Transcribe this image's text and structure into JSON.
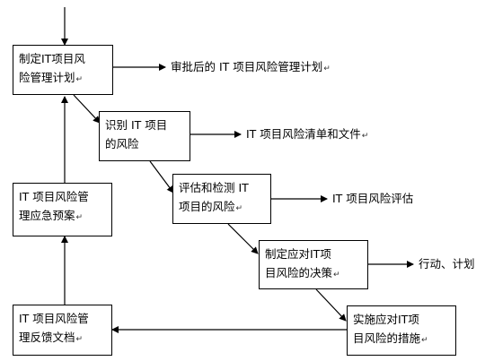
{
  "diagram": {
    "boxes": {
      "plan": [
        "制定IT项目风",
        "险管理计划"
      ],
      "identify": [
        "识别 IT 项目",
        "的风险"
      ],
      "assess": [
        "评估和检测 IT",
        "项目的风险"
      ],
      "decide": [
        "制定应对IT项",
        "目风险的决策"
      ],
      "implement": [
        "实施应对IT项",
        "目风险的措施"
      ],
      "feedback": [
        "IT 项目风险管",
        "理反馈文档"
      ],
      "emergency": [
        "IT 项目风险管",
        "理应急预案"
      ]
    },
    "outputs": {
      "plan": "审批后的 IT 项目风险管理计划",
      "identify": "IT 项目风险清单和文件",
      "assess": "IT  项目风险评估",
      "decide": "行动、计划"
    },
    "paragraph_mark": "↵"
  }
}
